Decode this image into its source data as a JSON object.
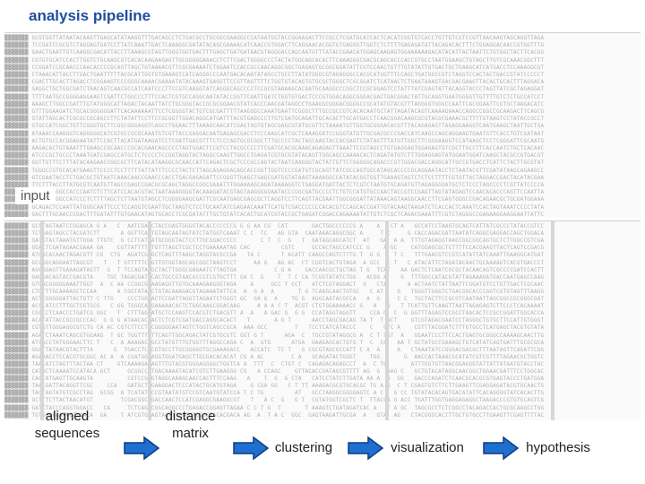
{
  "title": "analysis pipeline",
  "input_label": "input",
  "pipeline": {
    "steps": [
      {
        "label": "aligned\nsequences"
      },
      {
        "label": "distance\nmatrix"
      },
      {
        "label": "clustering"
      },
      {
        "label": "visualization"
      },
      {
        "label": "hypothesis"
      }
    ]
  },
  "colors": {
    "title": "#1f4e9e",
    "arrow_fill": "#1f6fd1",
    "arrow_stroke": "#0d3c80"
  }
}
